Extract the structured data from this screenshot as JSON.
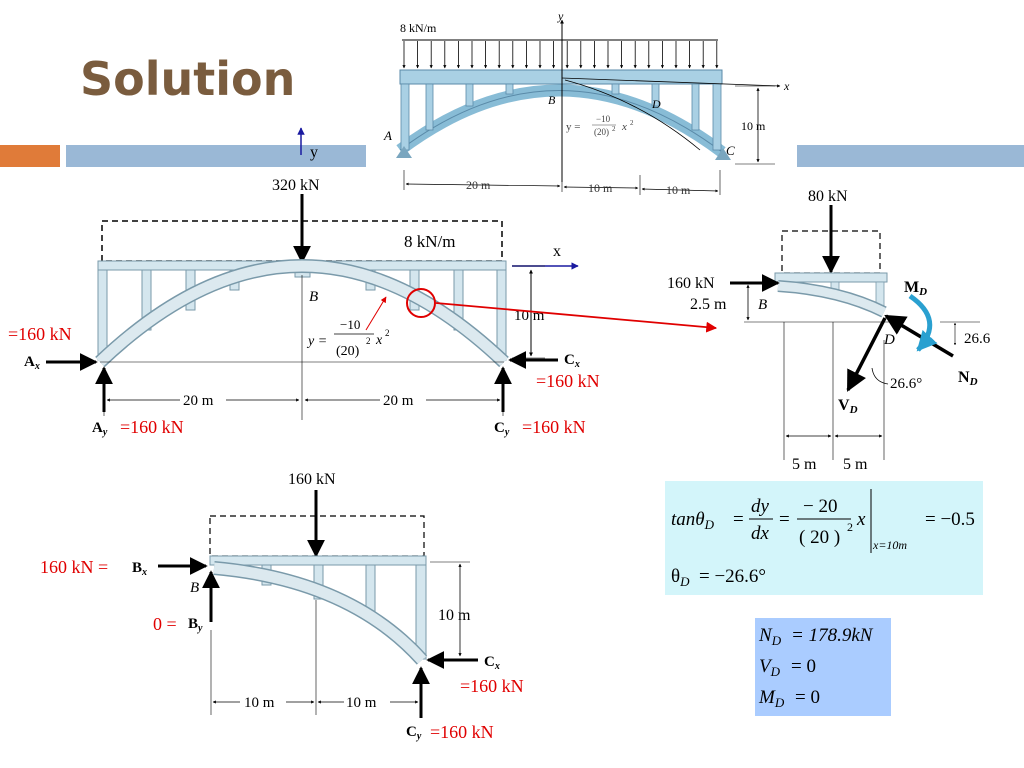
{
  "slide": {
    "title": "Solution"
  },
  "top_figure": {
    "load": "8 kN/m",
    "y_axis": "y",
    "x_axis": "x",
    "A": "A",
    "B": "B",
    "C": "C",
    "D": "D",
    "eq_y": "y =",
    "eq_num": "−10",
    "eq_den": "(20)",
    "eq_sup": "2",
    "eq_x": "x",
    "height": "10 m",
    "dim1": "20 m",
    "dim2": "10 m",
    "dim3": "10 m"
  },
  "fbd_full": {
    "y_axis": "y",
    "x_axis": "x",
    "resultant": "320 kN",
    "load": "8 kN/m",
    "B": "B",
    "eq_y": "y =",
    "eq_num": "−10",
    "eq_den": "(20)",
    "eq_sup": "2",
    "eq_x": "x",
    "height": "10 m",
    "Ax_val": "=160 kN",
    "Ax": "A",
    "Ax_sub": "x",
    "Ay": "A",
    "Ay_sub": "y",
    "Ay_val": "=160 kN",
    "Cx": "C",
    "Cx_sub": "x",
    "Cx_val": "=160 kN",
    "Cy": "C",
    "Cy_sub": "y",
    "Cy_val": "=160 kN",
    "dim_left": "20 m",
    "dim_right": "20 m"
  },
  "fbd_section": {
    "load": "80 kN",
    "horizontal": "160 kN",
    "offset": "2.5 m",
    "B": "B",
    "D": "D",
    "M": "M",
    "M_sub": "D",
    "N": "N",
    "N_sub": "D",
    "V": "V",
    "V_sub": "D",
    "angle1": "26.6",
    "angle2": "26.6°",
    "dim1": "5 m",
    "dim2": "5 m"
  },
  "fbd_half": {
    "load": "160 kN",
    "Bx_val": "160 kN =",
    "Bx": "B",
    "Bx_sub": "x",
    "B": "B",
    "By_val": "0 =",
    "By": "B",
    "By_sub": "y",
    "height": "10 m",
    "Cx": "C",
    "Cx_sub": "x",
    "Cx_val": "=160 kN",
    "Cy": "C",
    "Cy_sub": "y",
    "Cy_val": "=160 kN",
    "dim1": "10 m",
    "dim2": "10 m"
  },
  "equations": {
    "tan_lhs": "tanθ",
    "tan_sub": "D",
    "dy": "dy",
    "dx": "dx",
    "num": "− 20",
    "den": "( 20 )",
    "den_sup": "2",
    "x": "x",
    "eval_at": "x=10m",
    "result": "= −0.5",
    "theta": "θ",
    "theta_sub": "D",
    "theta_val": "= −26.6°"
  },
  "results": {
    "N": "N",
    "N_sub": "D",
    "N_val": "= 178.9kN",
    "V": "V",
    "V_sub": "D",
    "V_val": "= 0",
    "M": "M",
    "M_sub": "D",
    "M_val": "= 0"
  },
  "colors": {
    "title": "#7a5c3e",
    "accent_orange": "#e07b39",
    "accent_blue": "#9ab8d6",
    "annotation_red": "#e00000",
    "eq_box": "#d3f5fa",
    "result_box": "#aaccff"
  }
}
